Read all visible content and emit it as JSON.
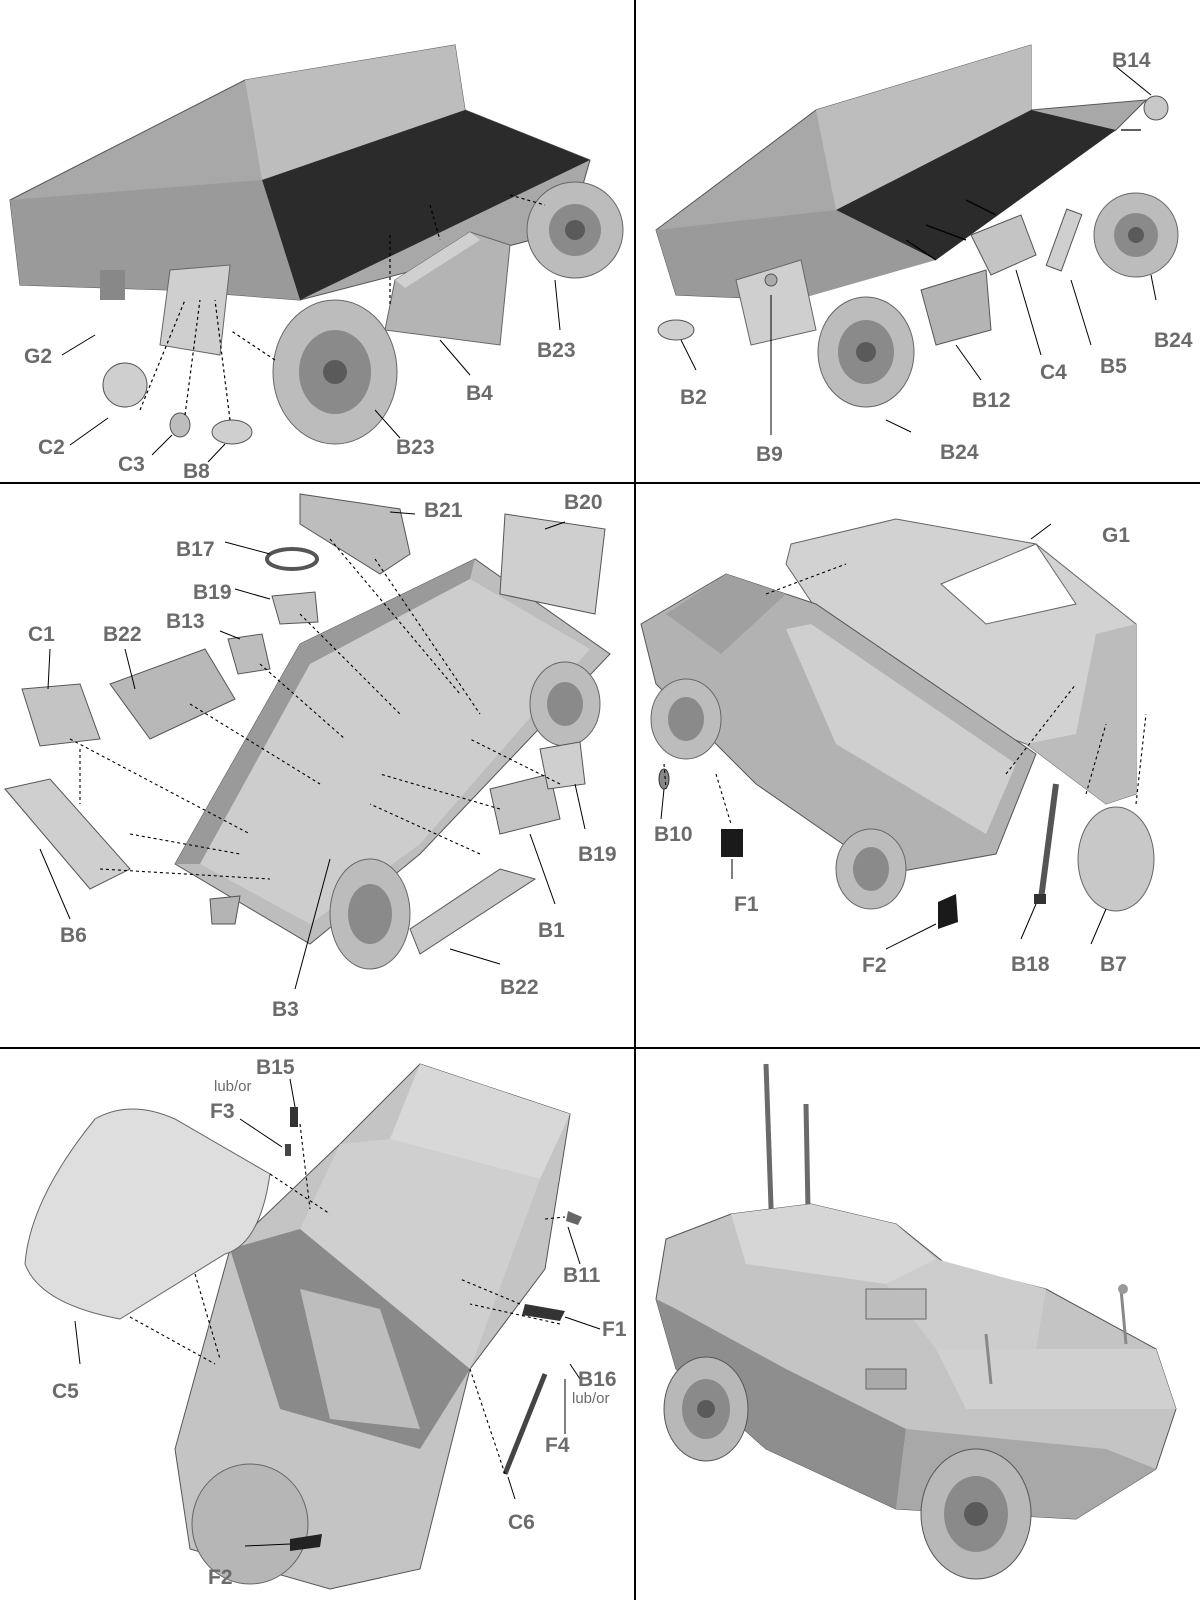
{
  "panels": [
    {
      "id": "step-1",
      "labels": {
        "G2": "G2",
        "C2": "C2",
        "C3": "C3",
        "B8": "B8",
        "B4": "B4",
        "B23a": "B23",
        "B23b": "B23"
      }
    },
    {
      "id": "step-2",
      "labels": {
        "B14": "B14",
        "B24a": "B24",
        "B24b": "B24",
        "B2": "B2",
        "B9": "B9",
        "B12": "B12",
        "C4": "C4",
        "B5": "B5"
      }
    },
    {
      "id": "step-3",
      "labels": {
        "B21": "B21",
        "B20": "B20",
        "B17": "B17",
        "B19a": "B19",
        "B19b": "B19",
        "B13": "B13",
        "C1": "C1",
        "B22a": "B22",
        "B22b": "B22",
        "B6": "B6",
        "B3": "B3",
        "B1": "B1"
      }
    },
    {
      "id": "step-4",
      "labels": {
        "G1": "G1",
        "B10": "B10",
        "F1": "F1",
        "F2": "F2",
        "B18": "B18",
        "B7": "B7"
      }
    },
    {
      "id": "step-5",
      "labels": {
        "B15": "B15",
        "lubor1": "lub/or",
        "F3": "F3",
        "C5": "C5",
        "B11": "B11",
        "F1": "F1",
        "B16": "B16",
        "lubor2": "lub/or",
        "F4": "F4",
        "C6": "C6",
        "F2": "F2"
      }
    },
    {
      "id": "step-6-finished-model",
      "labels": {}
    }
  ],
  "colors": {
    "label": "#6b6b6b",
    "part_light": "#cfcfcf",
    "part_mid": "#a9a9a9",
    "part_dark": "#6e6e6e",
    "line": "#000000"
  }
}
